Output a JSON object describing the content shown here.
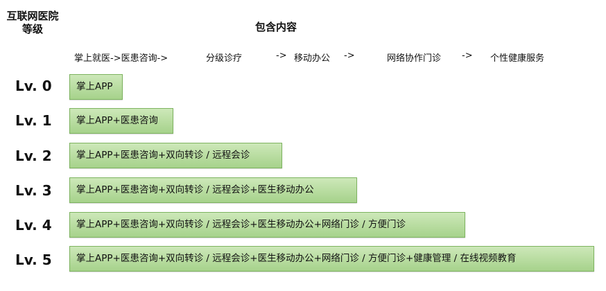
{
  "header": {
    "level_title_line1": "互联网医院",
    "level_title_line2": "等级",
    "content_title": "包含内容"
  },
  "flow": [
    "掌上就医->医患咨询->",
    "分级诊疗",
    "->",
    "移动办公",
    "->",
    "网络协作门诊",
    "->",
    "个性健康服务"
  ],
  "levels": [
    {
      "label": "Lv. 0",
      "content": "掌上APP"
    },
    {
      "label": "Lv. 1",
      "content": "掌上APP+医患咨询"
    },
    {
      "label": "Lv. 2",
      "content": "掌上APP+医患咨询+双向转诊 / 远程会诊"
    },
    {
      "label": "Lv. 3",
      "content": "掌上APP+医患咨询+双向转诊 / 远程会诊+医生移动办公"
    },
    {
      "label": "Lv. 4",
      "content": "掌上APP+医患咨询+双向转诊 / 远程会诊+医生移动办公+网络门诊 / 方便门诊"
    },
    {
      "label": "Lv. 5",
      "content": "掌上APP+医患咨询+双向转诊 / 远程会诊+医生移动办公+网络门诊 / 方便门诊+健康管理 / 在线视频教育"
    }
  ]
}
